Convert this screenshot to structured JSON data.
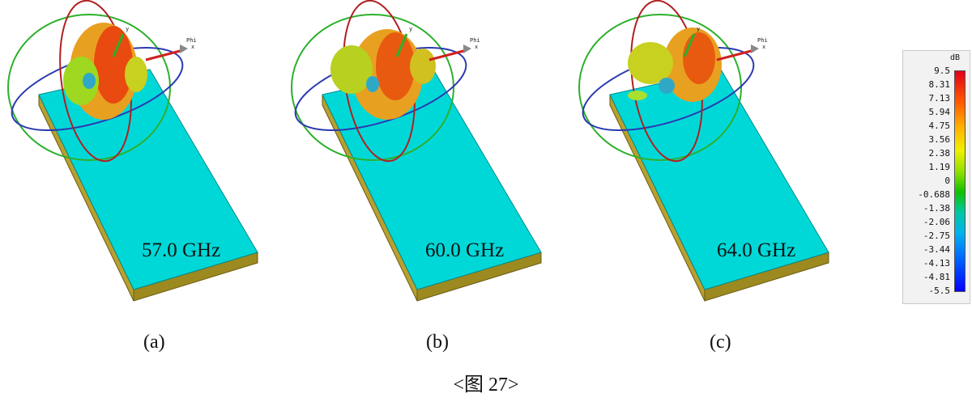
{
  "panels": [
    {
      "freq": "57.0 GHz",
      "sublabel": "(a)"
    },
    {
      "freq": "60.0 GHz",
      "sublabel": "(b)"
    },
    {
      "freq": "64.0 GHz",
      "sublabel": "(c)"
    }
  ],
  "axis_labels": {
    "y": "y",
    "phi": "Phi",
    "x": "x"
  },
  "colorbar": {
    "unit": "dB",
    "ticks": [
      "9.5",
      "8.31",
      "7.13",
      "5.94",
      "4.75",
      "3.56",
      "2.38",
      "1.19",
      "0",
      "-0.688",
      "-1.38",
      "-2.06",
      "-2.75",
      "-3.44",
      "-4.13",
      "-4.81",
      "-5.5"
    ]
  },
  "caption": "<图 27>",
  "colors": {
    "board_top": "#00d8d8",
    "board_side": "#b8a030",
    "green_ring": "#2bb02b",
    "blue_ring": "#2a3ab0",
    "red_ring": "#b02020"
  }
}
